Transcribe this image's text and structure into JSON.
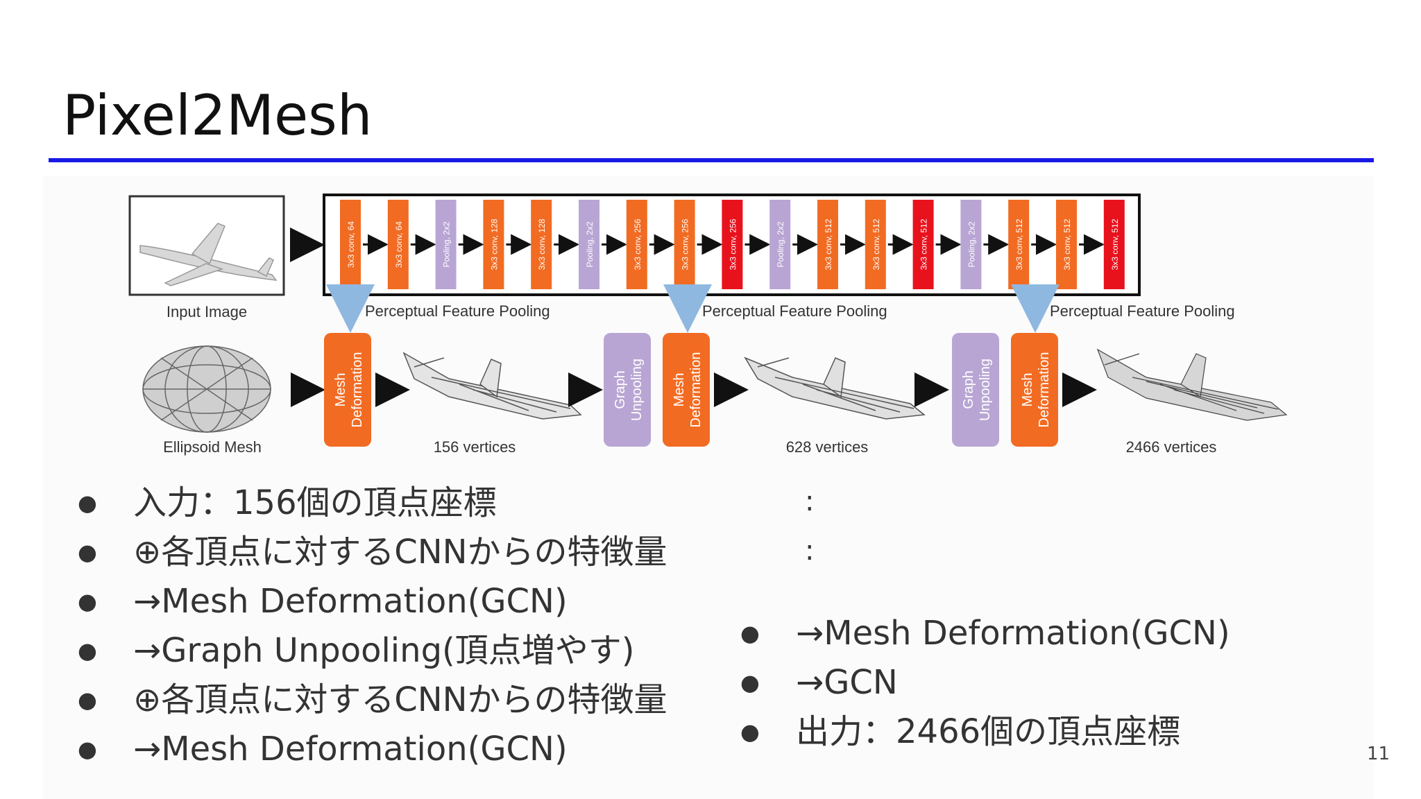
{
  "slide": {
    "title": "Pixel2Mesh",
    "page_number": "11"
  },
  "figure": {
    "input_label": "Input Image",
    "cnn_layers": [
      {
        "label": "3x3 conv, 64",
        "kind": "conv"
      },
      {
        "label": "3x3 conv, 64",
        "kind": "conv"
      },
      {
        "label": "Pooling, 2x2",
        "kind": "pool"
      },
      {
        "label": "3x3 conv, 128",
        "kind": "conv"
      },
      {
        "label": "3x3 conv, 128",
        "kind": "conv"
      },
      {
        "label": "Pooling, 2x2",
        "kind": "pool"
      },
      {
        "label": "3x3 conv, 256",
        "kind": "conv"
      },
      {
        "label": "3x3 conv, 256",
        "kind": "conv"
      },
      {
        "label": "3x3 conv, 256",
        "kind": "feat"
      },
      {
        "label": "Pooling, 2x2",
        "kind": "pool"
      },
      {
        "label": "3x3 conv, 512",
        "kind": "conv"
      },
      {
        "label": "3x3 conv, 512",
        "kind": "conv"
      },
      {
        "label": "3x3 conv, 512",
        "kind": "feat"
      },
      {
        "label": "Pooling, 2x2",
        "kind": "pool"
      },
      {
        "label": "3x3 conv, 512",
        "kind": "conv"
      },
      {
        "label": "3x3 conv, 512",
        "kind": "conv"
      },
      {
        "label": "3x3 conv, 512",
        "kind": "feat"
      }
    ],
    "pooling_labels": [
      "Perceptual Feature Pooling",
      "Perceptual Feature Pooling",
      "Perceptual Feature Pooling"
    ],
    "ellipsoid_label": "Ellipsoid Mesh",
    "mesh_block_label_1": "Mesh",
    "mesh_block_label_2": "Deformation",
    "unpool_block_label_1": "Graph",
    "unpool_block_label_2": "Unpooling",
    "vertex_labels": [
      "156 vertices",
      "628 vertices",
      "2466 vertices"
    ],
    "colors": {
      "conv": "#f26b22",
      "pool": "#b8a5d4",
      "feat": "#e8121d",
      "arrow_blue": "#8fb8e0"
    }
  },
  "bullets_left": [
    "入力：156個の頂点座標",
    "⊕各頂点に対するCNNからの特徴量",
    "→Mesh Deformation(GCN)",
    "→Graph Unpooling(頂点増やす)",
    "⊕各頂点に対するCNNからの特徴量",
    "→Mesh Deformation(GCN)"
  ],
  "ellipsis": [
    ":",
    ":"
  ],
  "bullets_right": [
    "→Mesh Deformation(GCN)",
    "→GCN",
    "出力：2466個の頂点座標"
  ]
}
